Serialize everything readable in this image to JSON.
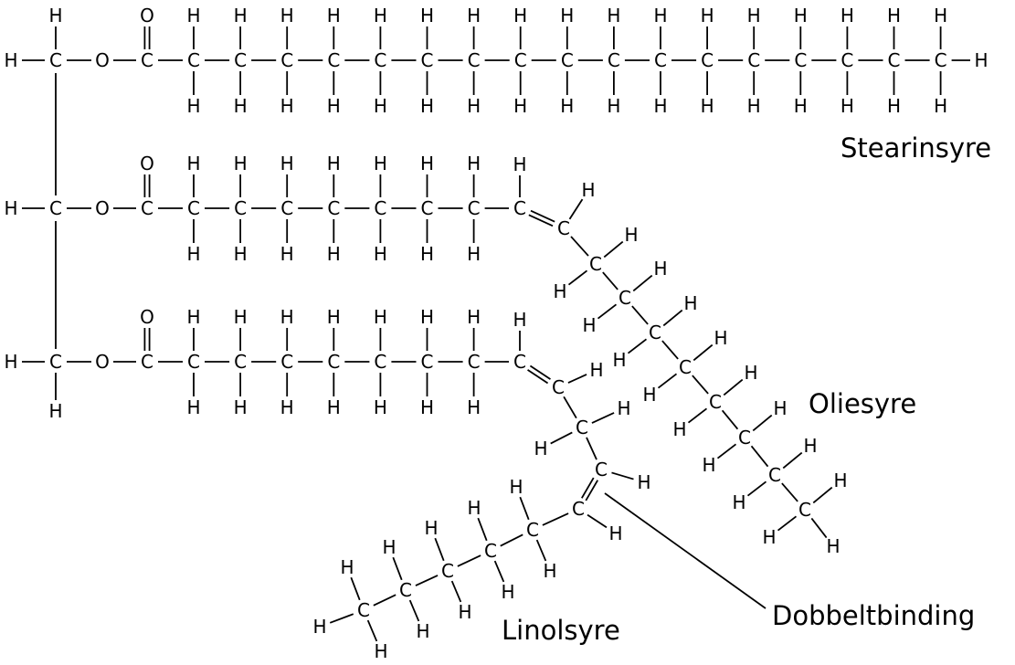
{
  "atoms": {
    "carbon": "C",
    "hydrogen": "H",
    "oxygen": "O"
  },
  "labels": {
    "stearic": "Stearinsyre",
    "oleic": "Oliesyre",
    "linoleic": "Linolsyre",
    "double_bond": "Dobbeltbinding"
  },
  "colors": {
    "ink": "#000000",
    "background": "#ffffff"
  }
}
